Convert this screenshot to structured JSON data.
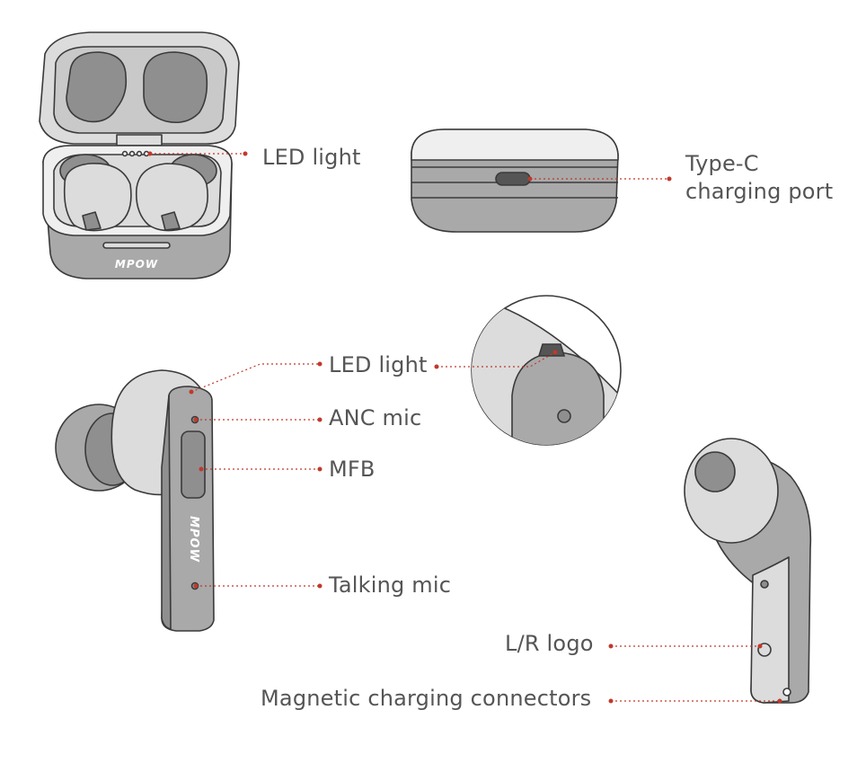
{
  "labels": {
    "case_led": "LED light",
    "type_c_line1": "Type-C",
    "type_c_line2": "charging port",
    "bud_led": "LED light",
    "anc_mic": "ANC mic",
    "mfb": "MFB",
    "talking_mic": "Talking mic",
    "lr_logo": "L/R logo",
    "magnetic": "Magnetic charging connectors"
  },
  "brand_logo_text": "MPOW",
  "colors": {
    "outline": "#3a3a3a",
    "body_light": "#dcdcdc",
    "body_mid": "#a9a9a9",
    "body_dark": "#8f8f8f",
    "leader": "#c0392b",
    "label_text": "#555555"
  }
}
